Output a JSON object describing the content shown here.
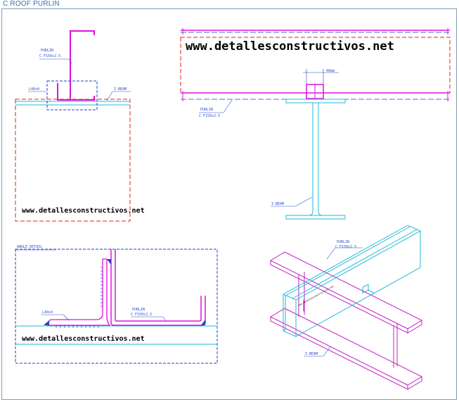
{
  "title": "C ROOF PURLIN",
  "watermark": "www.detallesconstructivos.net",
  "labels": {
    "purlin": "PURLIN",
    "purlin_size": "C F150x2.5",
    "angle": "L40x4",
    "ibeam": "I-BEAM",
    "dim_40mm": "40mm",
    "angle_detail": "ANGLE DETAIL"
  },
  "colors": {
    "purlin": "#e010e0",
    "beam": "#20b8d8",
    "dim_red": "#e02020",
    "dim_blue": "#2040c0",
    "label": "#3050d0",
    "iso": "#c020c0"
  }
}
